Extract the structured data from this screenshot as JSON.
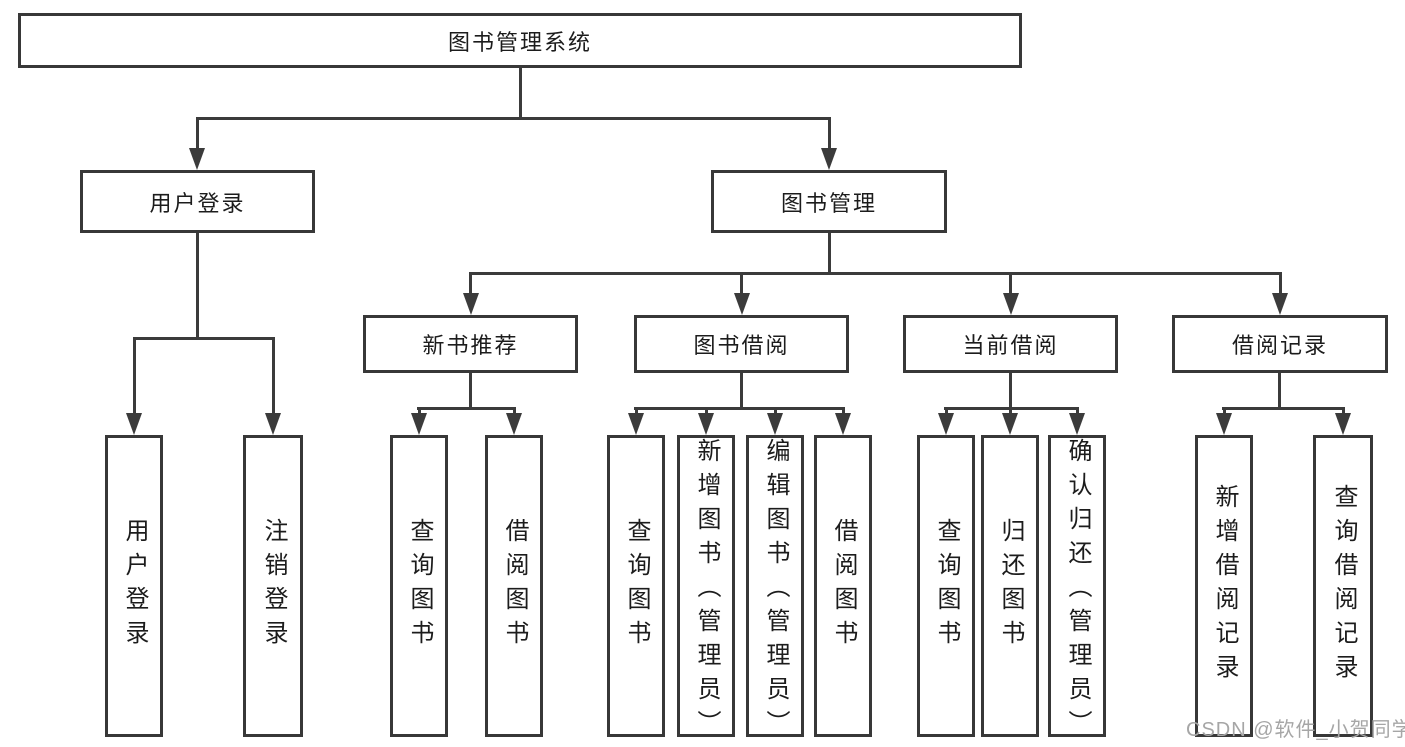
{
  "colors": {
    "line": "#3b3b3b",
    "border": "#383838",
    "text": "#1c1c1c",
    "watermark": "#a6a6a6",
    "background": "#ffffff"
  },
  "watermark": {
    "text": "CSDN @软件_小贺同学"
  },
  "diagram": {
    "type": "tree",
    "root": {
      "label": "图书管理系统"
    },
    "level2": [
      {
        "label": "用户登录",
        "children": [
          {
            "label": "用户登录"
          },
          {
            "label": "注销登录"
          }
        ]
      },
      {
        "label": "图书管理",
        "children": [
          {
            "label": "新书推荐",
            "children": [
              {
                "label": "查询图书"
              },
              {
                "label": "借阅图书"
              }
            ]
          },
          {
            "label": "图书借阅",
            "children": [
              {
                "label": "查询图书"
              },
              {
                "label": "新增图书（管理员）"
              },
              {
                "label": "编辑图书（管理员）"
              },
              {
                "label": "借阅图书"
              }
            ]
          },
          {
            "label": "当前借阅",
            "children": [
              {
                "label": "查询图书"
              },
              {
                "label": "归还图书"
              },
              {
                "label": "确认归还（管理员）"
              }
            ]
          },
          {
            "label": "借阅记录",
            "children": [
              {
                "label": "新增借阅记录"
              },
              {
                "label": "查询借阅记录"
              }
            ]
          }
        ]
      }
    ]
  }
}
